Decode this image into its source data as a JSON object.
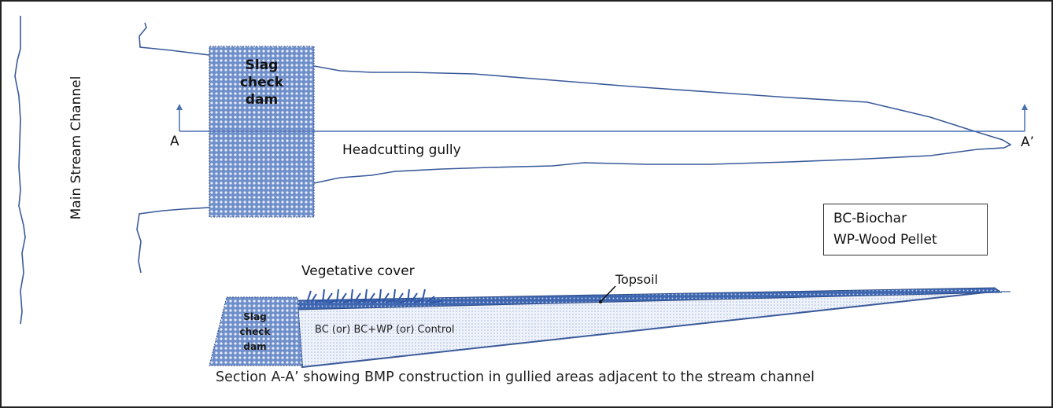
{
  "diagram": {
    "stream_label": "Main Stream Channel",
    "plan_view": {
      "dam_label_lines": [
        "Slag",
        "check",
        "dam"
      ],
      "gully_label": "Headcutting gully",
      "section_start": "A",
      "section_end": "A’"
    },
    "legend": {
      "lines": [
        "BC-Biochar",
        "WP-Wood Pellet"
      ]
    },
    "section_view": {
      "dam_label_lines": [
        "Slag",
        "check",
        "dam"
      ],
      "vegetation_label": "Vegetative cover",
      "topsoil_label": "Topsoil",
      "fill_label": "BC (or) BC+WP (or) Control"
    },
    "caption": "Section A-A’ showing BMP construction in gullied areas adjacent to the stream channel",
    "colors": {
      "line": "#3a5a9a",
      "fill": "#7f9fd4",
      "light_fill": "#dfe7f4",
      "text": "#111111"
    }
  }
}
